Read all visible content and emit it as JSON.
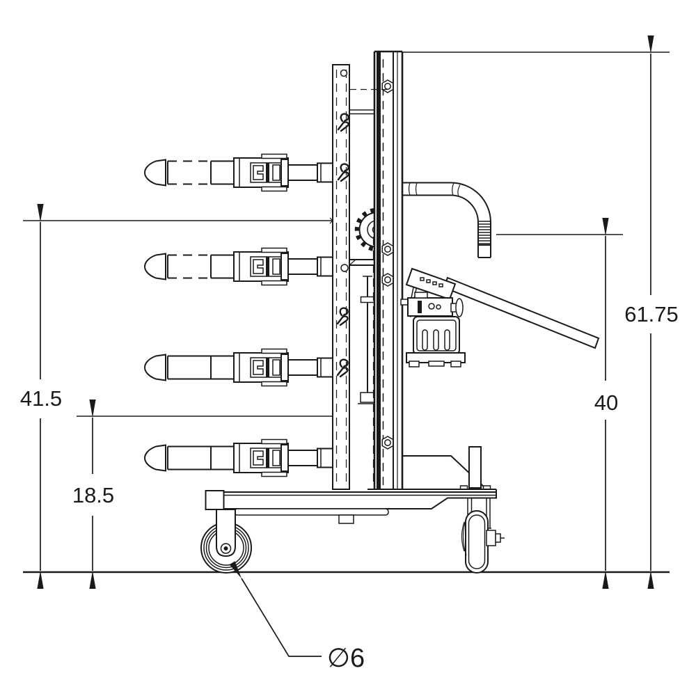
{
  "colors": {
    "line": "#1a1a1a",
    "background": "#ffffff"
  },
  "dimensions": {
    "upper_height": "41.5",
    "lower_height": "18.5",
    "overall_height": "61.75",
    "handle_height": "40",
    "caster_diameter": "∅6"
  }
}
